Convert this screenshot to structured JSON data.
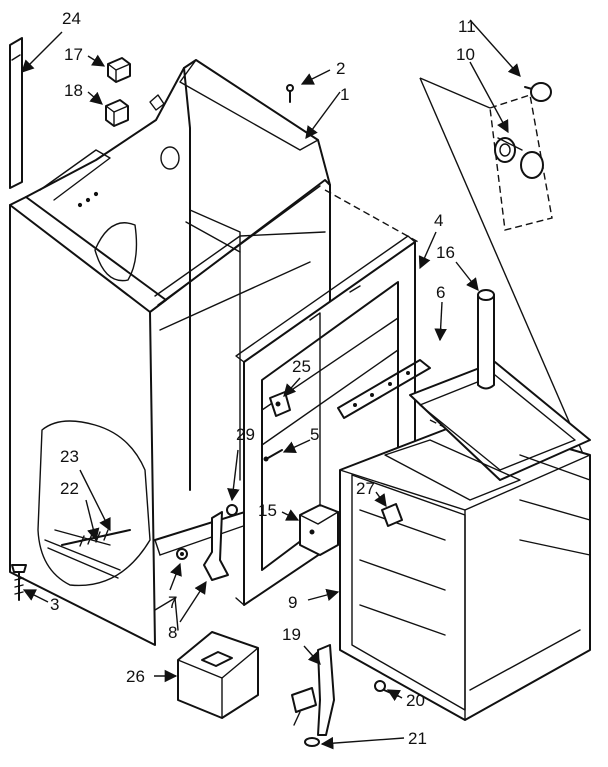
{
  "callouts": {
    "c1": "1",
    "c2": "2",
    "c3": "3",
    "c4": "4",
    "c5": "5",
    "c6": "6",
    "c7": "7",
    "c8": "8",
    "c9": "9",
    "c10": "10",
    "c11": "11",
    "c15": "15",
    "c16": "16",
    "c17": "17",
    "c18": "18",
    "c19": "19",
    "c20": "20",
    "c21": "21",
    "c22": "22",
    "c23": "23",
    "c24": "24",
    "c25": "25",
    "c26": "26",
    "c27": "27",
    "c29": "29"
  },
  "colors": {
    "ink": "#111111",
    "background": "#ffffff"
  }
}
